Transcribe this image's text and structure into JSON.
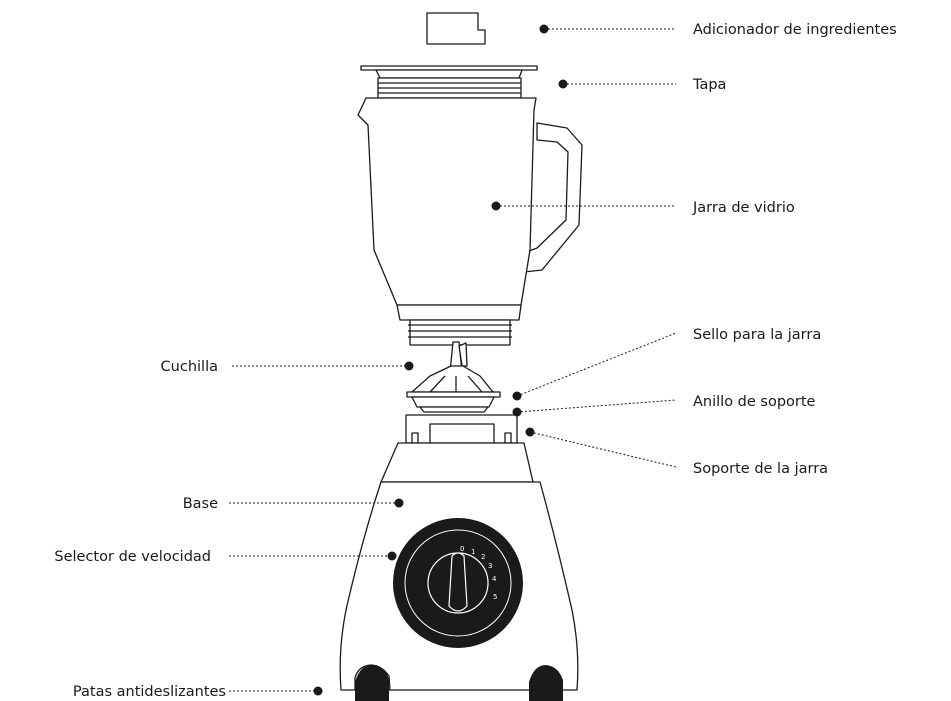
{
  "labels": {
    "adicionador": "Adicionador de ingredientes",
    "tapa": "Tapa",
    "jarra": "Jarra de vidrio",
    "sello": "Sello para la jarra",
    "cuchilla": "Cuchilla",
    "anillo": "Anillo de soporte",
    "soporte": "Soporte de la jarra",
    "base": "Base",
    "selector": "Selector de velocidad",
    "patas": "Patas antideslizantes"
  },
  "dial": {
    "numbers": [
      "0",
      "1",
      "2",
      "3",
      "4",
      "5"
    ]
  },
  "colors": {
    "ink": "#1a1a1a",
    "background": "#ffffff"
  }
}
